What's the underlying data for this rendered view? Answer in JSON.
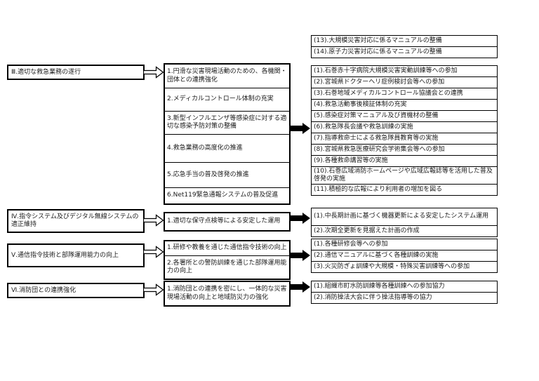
{
  "top_right_items": [
    "(13).大規模災害対応に係るマニュアルの整備",
    "(14).原子力災害対応に係るマニュアルの整備"
  ],
  "groups": [
    {
      "heading": "Ⅲ.適切な救急業務の遂行",
      "middle": [
        "1.円滑な災害現場活動のための、各機関・団体との連携強化",
        "2.メディカルコントロール体制の充実",
        "3.新型インフルエンザ等感染症に対する適切な感染予防対策の整備",
        "4.救急業務の高度化の推進",
        "5.応急手当の普及啓発の推進",
        "6.Net119緊急通報システムの普及促進"
      ],
      "right": [
        "(1).石巻赤十字病院大規模災害実動訓練等への参加",
        "(2).宮城県ドクターヘリ症例検討会等への参加",
        "(3).石巻地域メディカルコントロール協議会との連携",
        "(4).救急活動事後検証体制の充実",
        "(5).感染症対策マニュアル及び資機材の整備",
        "(6).救急隊長会議や救急訓練の実施",
        "(7).指導救命士による救急隊員教育等の実施",
        "(8).宮城県救急医療研究会学術集会等への参加",
        "(9).各種救命講習等の実施",
        "(10).石巻広域消防ホームページや広域広報誌等を活用した普及啓発の実施",
        "(11).積極的な広報により利用者の増加を図る"
      ]
    },
    {
      "heading": "Ⅳ.指令システム及びデジタル無線システムの適正維持",
      "middle": [
        "1.適切な保守点検等による安定した運用"
      ],
      "right": [
        "(1).中長期計画に基づく機器更新による安定したシステム運用",
        "(2).次期全更新を見据えた計画の作成"
      ]
    },
    {
      "heading": "Ⅴ.通信指令技術と部隊運用能力の向上",
      "middle": [
        "1.研修や教養を通じた通信指令技術の向上",
        "2.各署所との警防訓練を通じた部隊運用能力の向上"
      ],
      "right": [
        "(1).各種研修会等への参加",
        "(2).通信マニュアルに基づく各種訓練の実施",
        "(3).火災防ぎょ訓練や大規模・特殊災害訓練等への参加"
      ]
    },
    {
      "heading": "Ⅵ.消防団との連携強化",
      "middle": [
        "1.消防団との連携を密にし、一体的な災害現場活動の向上と地域防災力の強化"
      ],
      "right": [
        "(1).組織市町水防訓練等各種訓練への参加協力",
        "(2).消防操法大会に伴う操法指導等の協力"
      ]
    }
  ],
  "colors": {
    "line": "#000000",
    "background": "#ffffff"
  }
}
